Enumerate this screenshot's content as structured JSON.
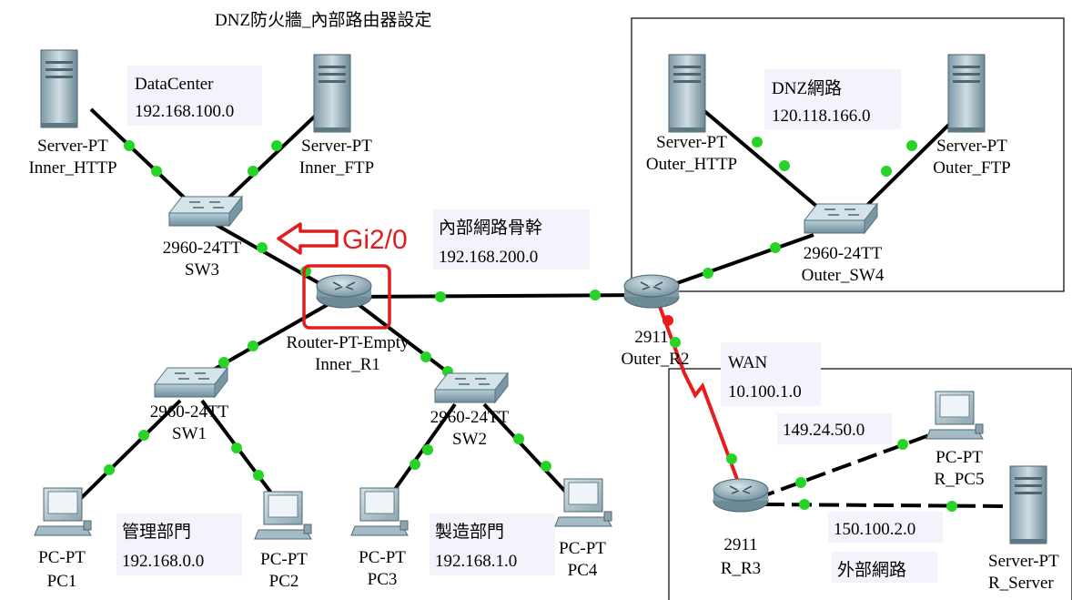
{
  "title": "DNZ防火牆_內部路由器設定",
  "colors": {
    "link": "#000000",
    "wan_link": "#e81c1c",
    "port_dot": "#27d327",
    "highlight": "#e01e1e"
  },
  "annotation": {
    "text": "Gi2/0",
    "icon": "arrow-left-icon"
  },
  "networks": {
    "datacenter": {
      "name": "DataCenter",
      "subnet": "192.168.100.0"
    },
    "dnz": {
      "name": "DNZ網路",
      "subnet": "120.118.166.0"
    },
    "backbone": {
      "name": "內部網路骨幹",
      "subnet": "192.168.200.0"
    },
    "wan": {
      "name": "WAN",
      "subnet": "10.100.1.0"
    },
    "pc5_net": {
      "subnet": "149.24.50.0"
    },
    "server_net": {
      "subnet": "150.100.2.0"
    },
    "external": {
      "name": "外部網路"
    },
    "mgmt": {
      "name": "管理部門",
      "subnet": "192.168.0.0"
    },
    "mfg": {
      "name": "製造部門",
      "subnet": "192.168.1.0"
    }
  },
  "devices": {
    "inner_http": {
      "model": "Server-PT",
      "name": "Inner_HTTP",
      "icon": "server-icon"
    },
    "inner_ftp": {
      "model": "Server-PT",
      "name": "Inner_FTP",
      "icon": "server-icon"
    },
    "sw3": {
      "model": "2960-24TT",
      "name": "SW3",
      "icon": "switch-icon"
    },
    "inner_r1": {
      "model": "Router-PT-Empty",
      "name": "Inner_R1",
      "icon": "router-icon"
    },
    "sw1": {
      "model": "2960-24TT",
      "name": "SW1",
      "icon": "switch-icon"
    },
    "sw2": {
      "model": "2960-24TT",
      "name": "SW2",
      "icon": "switch-icon"
    },
    "pc1": {
      "model": "PC-PT",
      "name": "PC1",
      "icon": "pc-icon"
    },
    "pc2": {
      "model": "PC-PT",
      "name": "PC2",
      "icon": "pc-icon"
    },
    "pc3": {
      "model": "PC-PT",
      "name": "PC3",
      "icon": "pc-icon"
    },
    "pc4": {
      "model": "PC-PT",
      "name": "PC4",
      "icon": "pc-icon"
    },
    "outer_http": {
      "model": "Server-PT",
      "name": "Outer_HTTP",
      "icon": "server-icon"
    },
    "outer_ftp": {
      "model": "Server-PT",
      "name": "Outer_FTP",
      "icon": "server-icon"
    },
    "outer_sw4": {
      "model": "2960-24TT",
      "name": "Outer_SW4",
      "icon": "switch-icon"
    },
    "outer_r2": {
      "model": "2911",
      "name": "Outer_R2",
      "icon": "router-icon"
    },
    "r_r3": {
      "model": "2911",
      "name": "R_R3",
      "icon": "router-icon"
    },
    "r_pc5": {
      "model": "PC-PT",
      "name": "R_PC5",
      "icon": "pc-icon"
    },
    "r_server": {
      "model": "Server-PT",
      "name": "R_Server",
      "icon": "server-icon"
    }
  }
}
